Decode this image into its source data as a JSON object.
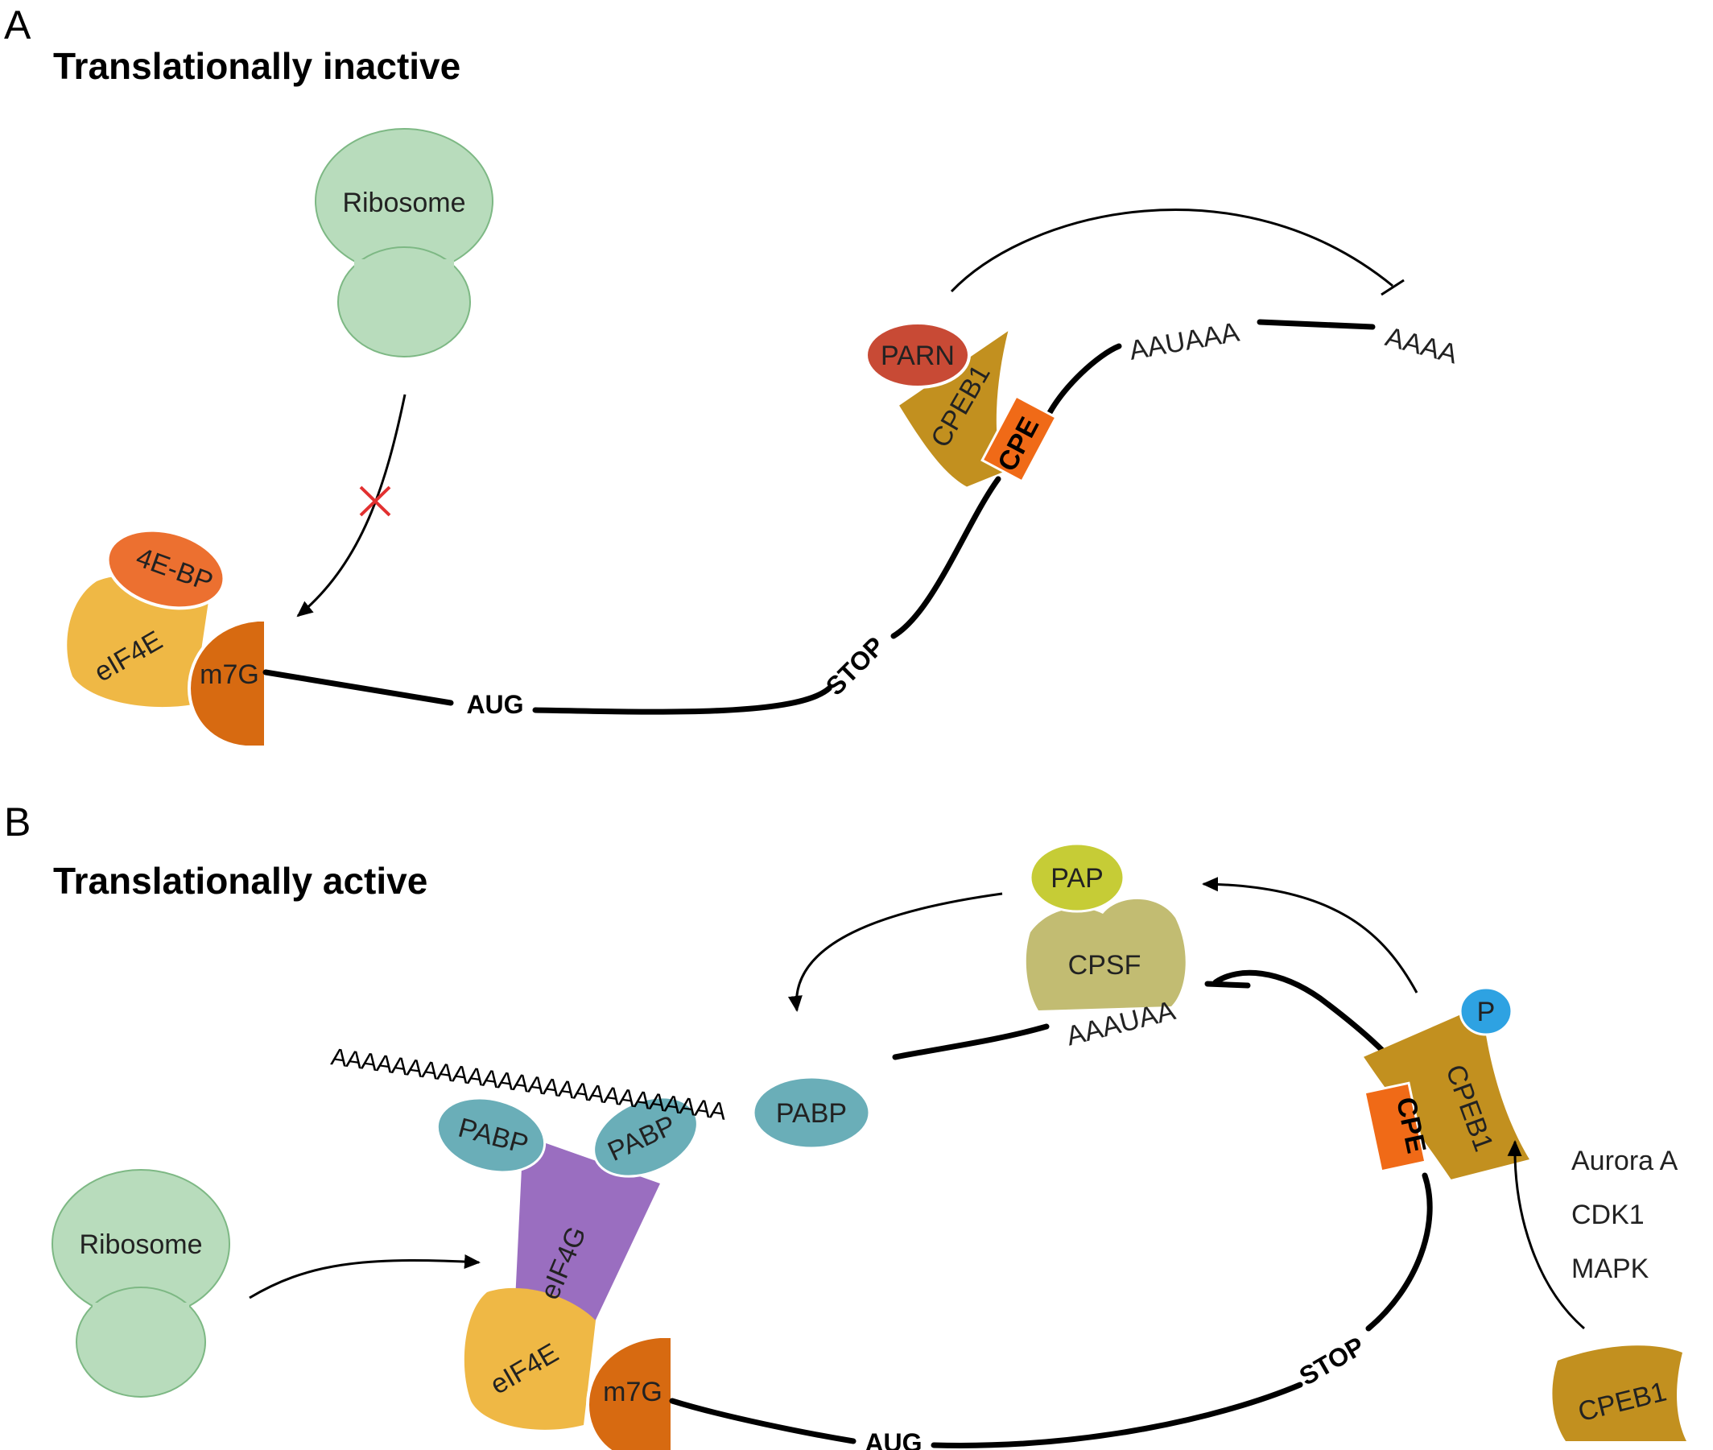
{
  "panel_a": {
    "letter": "A",
    "title": "Translationally inactive",
    "ribosome": "Ribosome",
    "eif4e": "eIF4E",
    "bp": "4E-BP",
    "m7g": "m7G",
    "aug": "AUG",
    "stop": "STOP",
    "cpe": "CPE",
    "cpeb1": "CPEB1",
    "parn": "PARN",
    "aauaaa": "AAUAAA",
    "polya": "AAAA"
  },
  "panel_b": {
    "letter": "B",
    "title": "Translationally active",
    "ribosome": "Ribosome",
    "eif4e": "eIF4E",
    "eif4g": "eIF4G",
    "m7g": "m7G",
    "pabp": [
      "PABP",
      "PABP",
      "PABP"
    ],
    "aug": "AUG",
    "stop": "STOP",
    "cpe": "CPE",
    "cpeb1": "CPEB1",
    "cpeb1_free": "CPEB1",
    "p": "P",
    "pap": "PAP",
    "cpsf": "CPSF",
    "aauaaa": "AAAUAA",
    "polya": "AAAAAAAAAAAAAAAAAAAAAAAAAA",
    "kinases": [
      "Aurora A",
      "CDK1",
      "MAPK"
    ]
  },
  "colors": {
    "ribosome": "#b8dcbc",
    "eif4e": "#efb845",
    "m7g": "#d76a11",
    "bp": "#ec7030",
    "cpeb1": "#c2901f",
    "cpe": "#f06a17",
    "parn": "#c84a35",
    "pabp": "#6aaeb8",
    "eif4g": "#9a6ec0",
    "pap": "#c6cc36",
    "cpsf": "#c2bc72",
    "p": "#2ea2e2"
  }
}
